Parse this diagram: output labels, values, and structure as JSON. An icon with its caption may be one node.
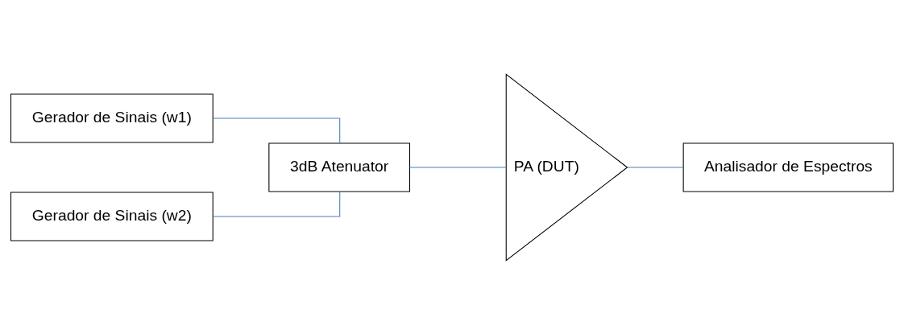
{
  "diagram": {
    "nodes": [
      {
        "text": [
          "Gerador de Sinais (w1)"
        ]
      },
      {
        "text": [
          "Gerador de Sinais (w2)"
        ]
      },
      {
        "text": [
          "3dB Atenuator"
        ]
      },
      {
        "text": [
          "PA (DUT)"
        ]
      },
      {
        "text": [
          "Analisador de Espectros"
        ]
      }
    ],
    "edges": [
      {
        "from": 0,
        "to": 2,
        "arrow": "none"
      },
      {
        "from": 1,
        "to": 2,
        "arrow": "none"
      },
      {
        "from": 2,
        "to": 3,
        "arrow": "none"
      },
      {
        "from": 3,
        "to": 4,
        "arrow": "none"
      }
    ]
  }
}
